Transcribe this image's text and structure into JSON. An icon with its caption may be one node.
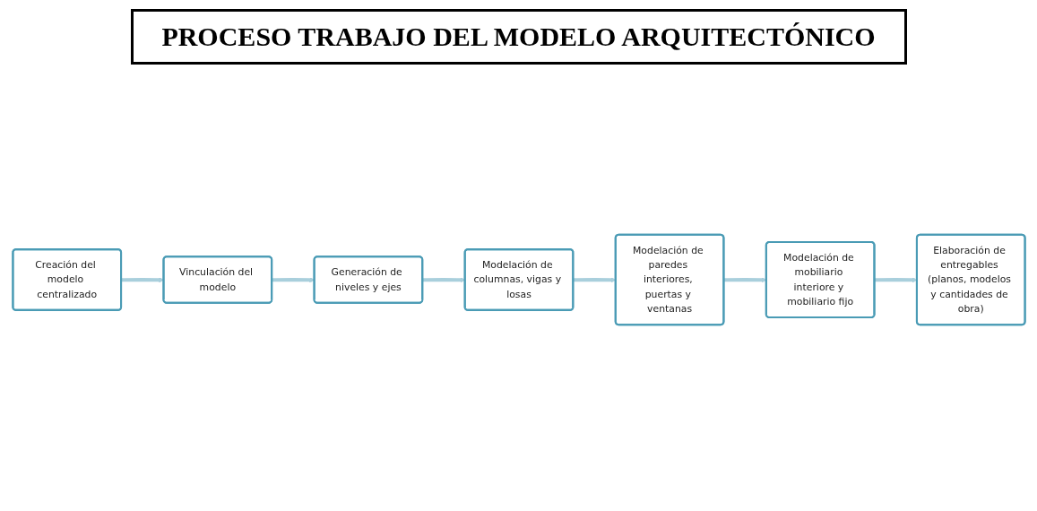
{
  "diagram": {
    "title": "PROCESO TRABAJO DEL MODELO ARQUITECTÓNICO",
    "nodes": [
      {
        "text": [
          "Creación del modelo centralizado"
        ]
      },
      {
        "text": [
          "Vinculación del modelo"
        ]
      },
      {
        "text": [
          "Generación de niveles y ejes"
        ]
      },
      {
        "text": [
          "Modelación de columnas, vigas y losas"
        ]
      },
      {
        "text": [
          "Modelación de paredes interiores, puertas y ventanas"
        ]
      },
      {
        "text": [
          "Modelación de mobiliario interiore y mobiliario fijo"
        ]
      },
      {
        "text": [
          "Elaboración de entregables (planos, modelos y cantidades de obra)"
        ]
      }
    ],
    "edges": [
      {
        "from": 0,
        "to": 1,
        "arrow": "to"
      },
      {
        "from": 1,
        "to": 2,
        "arrow": "to"
      },
      {
        "from": 2,
        "to": 3,
        "arrow": "to"
      },
      {
        "from": 3,
        "to": 4,
        "arrow": "to"
      },
      {
        "from": 4,
        "to": 5,
        "arrow": "to"
      },
      {
        "from": 5,
        "to": 6,
        "arrow": "to"
      }
    ]
  }
}
